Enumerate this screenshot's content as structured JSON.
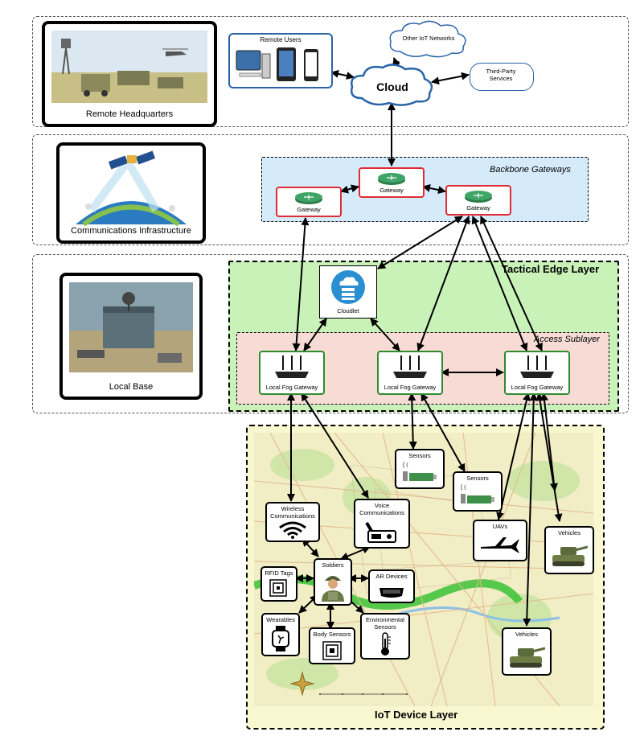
{
  "layers": {
    "hq": {
      "thumb_label": "Remote Headquarters"
    },
    "comms": {
      "thumb_label": "Communications Infrastructure"
    },
    "tactical": {
      "thumb_label": "Local Base",
      "title": "Tactical Edge Layer"
    },
    "iot": {
      "title": "IoT Device Layer"
    }
  },
  "cloud": {
    "label": "Cloud",
    "remote_users": "Remote Users",
    "other_networks": "Other IoT Networks",
    "third_party": "Third-Party Services"
  },
  "backbone": {
    "label": "Backbone Gateways",
    "gateways": [
      "Gateway",
      "Gateway",
      "Gateway"
    ]
  },
  "cloudlet": {
    "label": "Cloudlet"
  },
  "access": {
    "label": "Access Sublayer",
    "fog_gateways": [
      "Local Fog Gateway",
      "Local Fog Gateway",
      "Local Fog Gateway"
    ]
  },
  "devices": {
    "sensors_1": "Sensors",
    "sensors_2": "Sensors",
    "wireless": "Wireless Communications",
    "voice": "Voice Communications",
    "uavs": "UAVs",
    "vehicles_1": "Vehicles",
    "vehicles_2": "Vehicles",
    "rfid": "RFID Tags",
    "soldiers": "Soldiers",
    "ar": "AR Devices",
    "wearables": "Wearables",
    "body_sensors": "Body Sensors",
    "environmental": "Environmental Sensors"
  },
  "colors": {
    "backbone_fill": "#d6ebfa",
    "tactical_fill": "#c9f2b8",
    "access_fill": "#f7dcd6",
    "iot_border_fill": "#f9f7cf",
    "map_bg": "#f1edc4",
    "gateway_border": "#e02b35",
    "fog_border": "#2e8b2e"
  }
}
